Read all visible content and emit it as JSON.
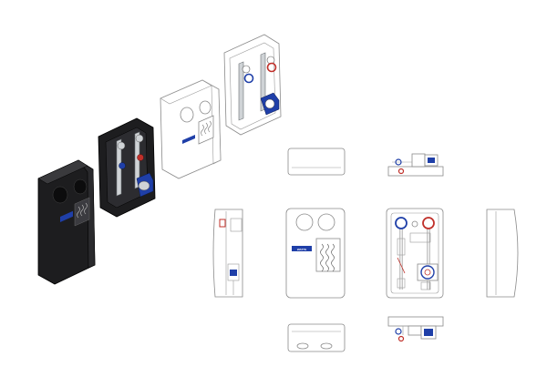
{
  "brand": {
    "logo_text": "WATTS",
    "accent_blue": "#1f3fa8",
    "accent_red": "#c0302a",
    "housing_dark": "#1d1d1f",
    "line_color": "#8a8a8a"
  },
  "views": {
    "exploded_isometric": [
      "front-shell-black",
      "back-shell-with-pump",
      "front-shell-white",
      "back-shell-white-with-pump"
    ],
    "orthographic": [
      "top-closed",
      "top-open",
      "left-side",
      "front-closed",
      "front-open",
      "right-side",
      "bottom-closed",
      "bottom-open"
    ]
  }
}
